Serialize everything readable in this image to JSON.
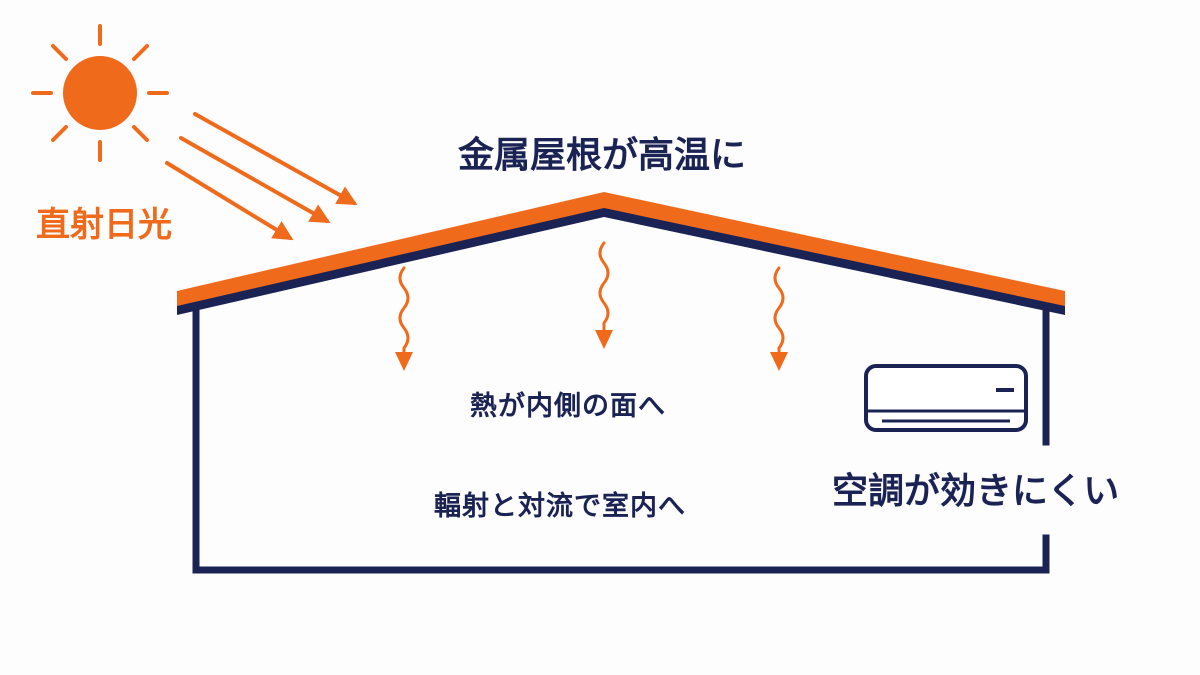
{
  "colors": {
    "accent": "#f06a1c",
    "navy": "#1b2355",
    "background": "#fdfdfd"
  },
  "labels": {
    "sunlight": "直射日光",
    "roof_hot": "金属屋根が高温に",
    "heat_inner": "熱が内側の面へ",
    "radiation": "輻射と対流で室内へ",
    "ac_weak": "空調が効きにくい"
  },
  "icons": [
    "sun-icon",
    "sunray-arrow-icon",
    "heat-wave-arrow-icon",
    "air-conditioner-icon"
  ]
}
